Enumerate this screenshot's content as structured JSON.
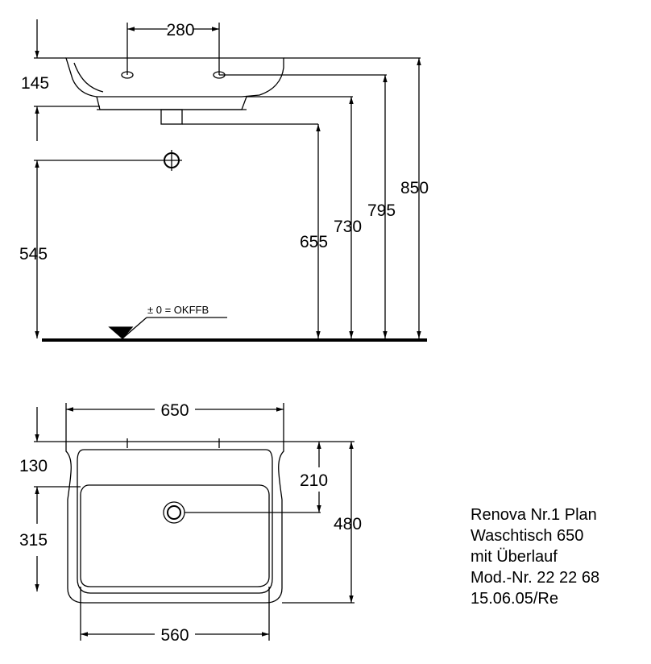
{
  "side_view": {
    "dim_tap_spacing": "280",
    "dim_rim_depth": "145",
    "dim_waste_height": "545",
    "dim_trap_height": "655",
    "dim_underside_height": "730",
    "dim_tap_height": "795",
    "dim_total_height": "850",
    "floor_reference": "± 0 = OKFFB"
  },
  "top_view": {
    "dim_width": "650",
    "dim_inner_width": "560",
    "dim_depth": "480",
    "dim_back_offset": "130",
    "dim_overflow_offset": "210",
    "dim_bowl_depth": "315"
  },
  "info": {
    "line1": "Renova Nr.1 Plan",
    "line2": "Waschtisch 650",
    "line3": "mit Überlauf",
    "line4": "Mod.-Nr. 22 22 68",
    "line5": "15.06.05/Re"
  }
}
